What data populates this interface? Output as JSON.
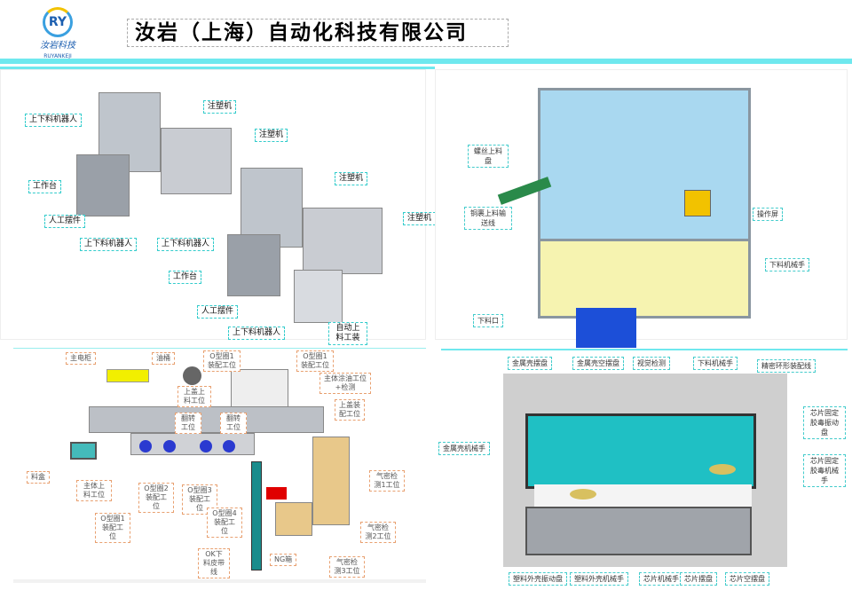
{
  "header": {
    "company": "汝岩（上海）自动化科技有限公司",
    "logo_mark": "RY",
    "logo_cn": "汝岩科技",
    "logo_en": "RUYANKEJI"
  },
  "panel_injection": {
    "labels": [
      "注塑机",
      "注塑机",
      "注塑机",
      "注塑机",
      "上下料机器人",
      "工作台",
      "人工摆件",
      "上下料机器人",
      "上下料机器人",
      "工作台",
      "人工摆件",
      "上下料机器人",
      "自动上料工装"
    ]
  },
  "panel_screw": {
    "labels": [
      "螺丝上料盘",
      "铜裹上料输送线",
      "操作屏",
      "下料机械手",
      "下料口"
    ]
  },
  "panel_layout": {
    "labels": [
      "主电柜",
      "油桶",
      "O型圈1装配工位",
      "O型圈1装配工位",
      "上盖上料工位",
      "主体涂油工位+检测",
      "上盖装配工位",
      "翻转工位",
      "翻转工位",
      "料盒",
      "主体上料工位",
      "O型圈2装配工位",
      "O型圈3装配工位",
      "O型圈4装配工位",
      "O型圈1装配工位",
      "OK下料皮带线",
      "NG箱",
      "气密检测1工位",
      "气密检测2工位",
      "气密检测3工位"
    ]
  },
  "panel_ring": {
    "labels": [
      "金属壳摆盘",
      "金属壳空摆盘",
      "视觉检测",
      "下料机械手",
      "精密环形装配线",
      "芯片固定胶毒振动盘",
      "金属壳机械手",
      "芯片固定胶毒机械手",
      "塑料外壳振动盘",
      "塑料外壳机械手",
      "芯片机械手",
      "芯片摆盘",
      "芯片空摆盘"
    ]
  },
  "colors": {
    "accent": "#6fe8ee",
    "cabinet": "#f2ef00",
    "ng": "#e00000",
    "belt": "#1a8c8c",
    "disc": "#2a3ad0",
    "glass": "#22c3c8"
  }
}
